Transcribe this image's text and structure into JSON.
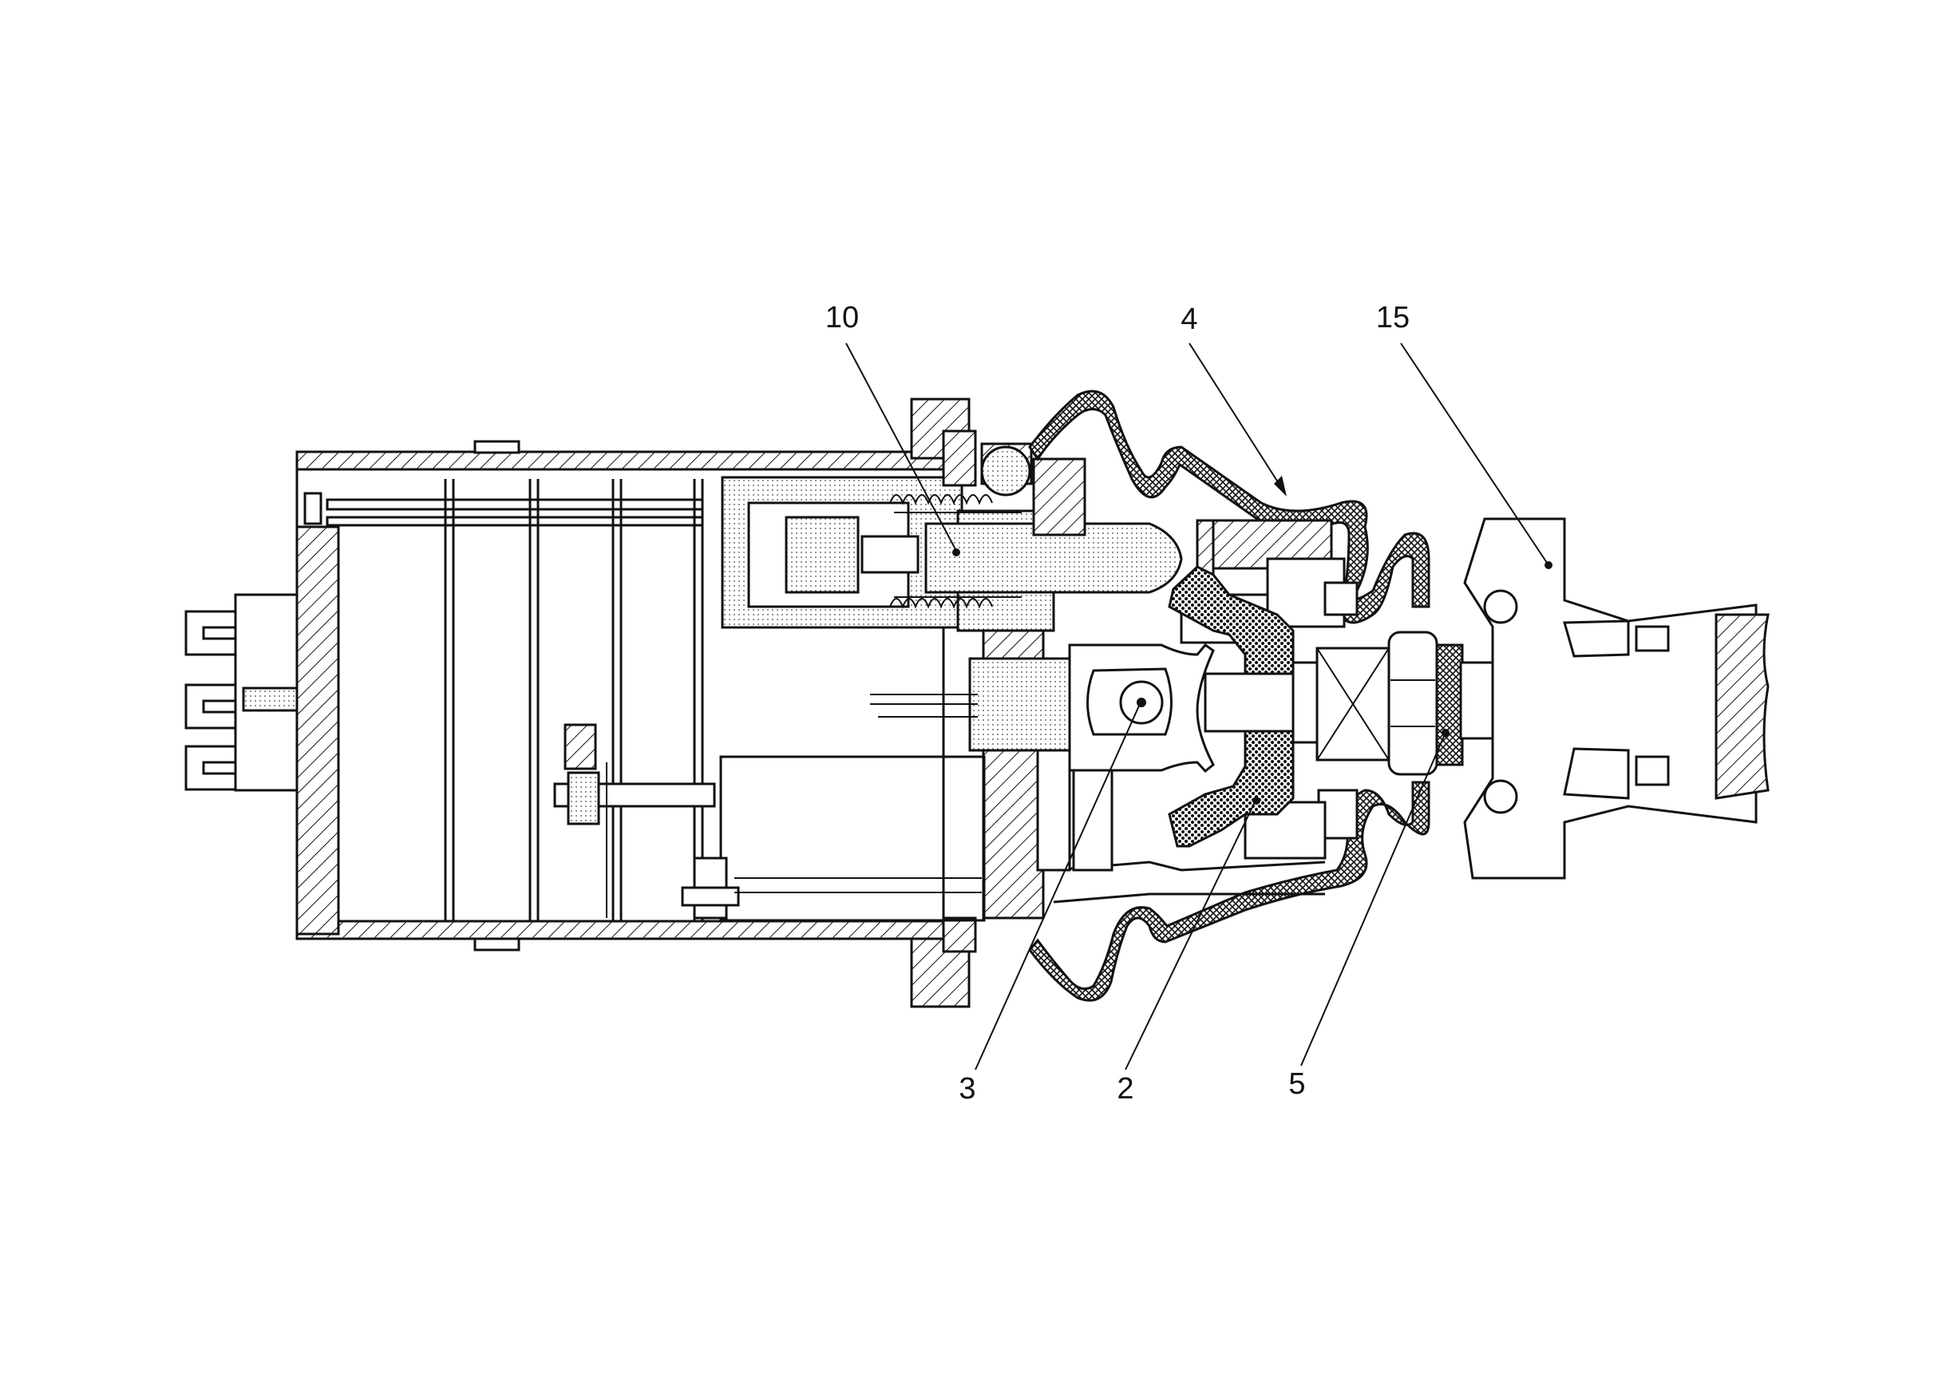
{
  "callouts": [
    {
      "id": "10",
      "label": "10"
    },
    {
      "id": "4",
      "label": "4"
    },
    {
      "id": "15",
      "label": "15"
    },
    {
      "id": "3",
      "label": "3"
    },
    {
      "id": "2",
      "label": "2"
    },
    {
      "id": "5",
      "label": "5"
    }
  ]
}
